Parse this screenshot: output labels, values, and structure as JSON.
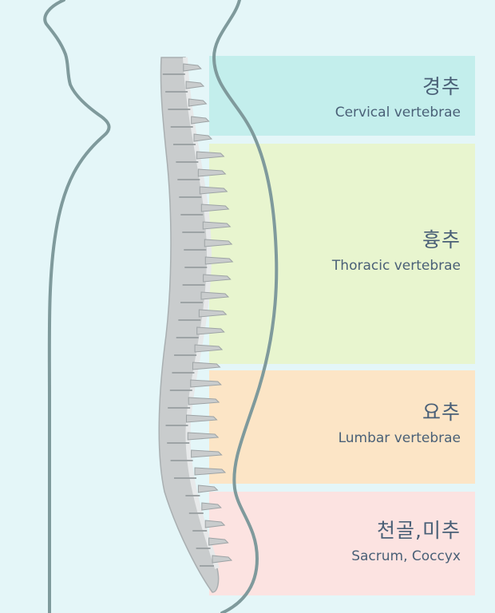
{
  "regions": [
    {
      "korean": "경추",
      "english": "Cervical vertebrae",
      "color": "#c3eeec"
    },
    {
      "korean": "흉추",
      "english": "Thoracic vertebrae",
      "color": "#e8f5cf"
    },
    {
      "korean": "요추",
      "english": "Lumbar vertebrae",
      "color": "#fce5c6"
    },
    {
      "korean": "천골,미추",
      "english": "Sacrum, Coccyx",
      "color": "#fce3e1"
    }
  ],
  "colors": {
    "background": "#e4f6f8",
    "body_outline": "#7f9a9c",
    "vertebra": "#c9cccd",
    "vertebra_dark": "#9da3a5",
    "label_text": "#4a6077"
  }
}
